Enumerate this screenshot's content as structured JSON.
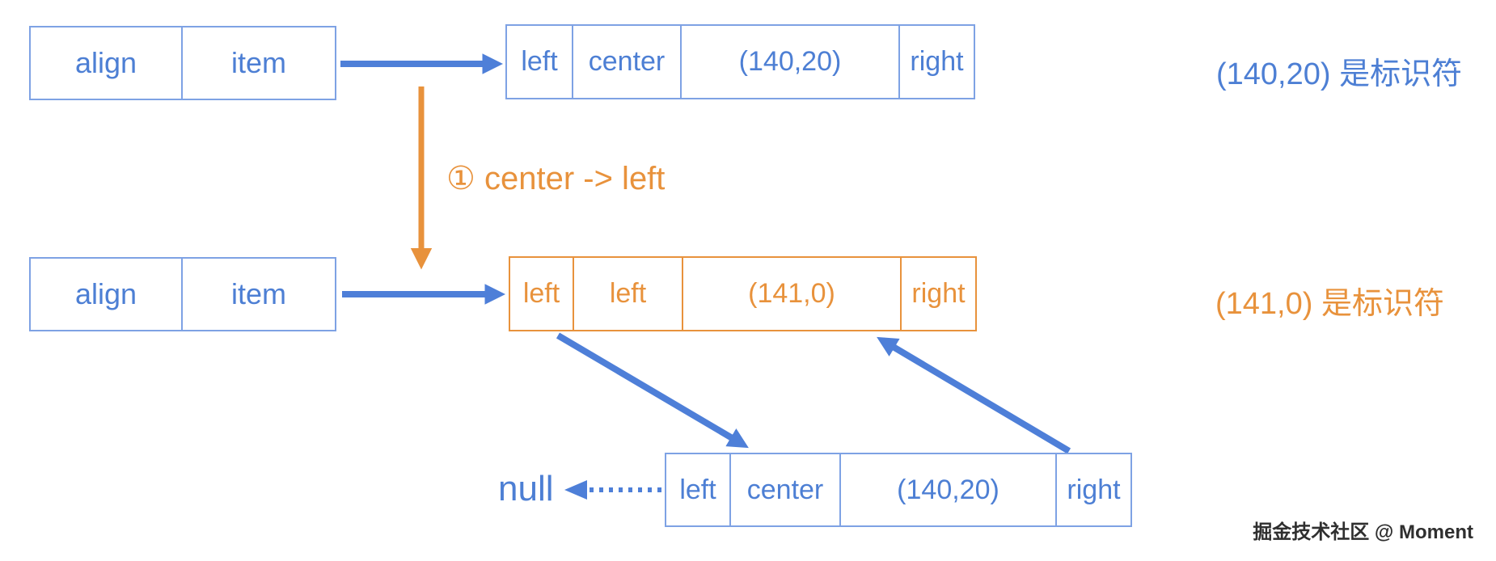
{
  "colors": {
    "blue_border": "#7ea2e4",
    "blue_text": "#4d7fd4",
    "blue_arrow": "#4e7fd8",
    "orange": "#e8923c",
    "watermark_text": "#2f2f2f"
  },
  "nodes": {
    "align_item_top": {
      "cells": [
        "align",
        "item"
      ]
    },
    "record_top": {
      "cells": [
        "left",
        "center",
        "(140,20)",
        "right"
      ]
    },
    "align_item_bottom": {
      "cells": [
        "align",
        "item"
      ]
    },
    "record_new": {
      "cells": [
        "left",
        "left",
        "(141,0)",
        "right"
      ]
    },
    "record_old": {
      "cells": [
        "left",
        "center",
        "(140,20)",
        "right"
      ]
    }
  },
  "annotations": {
    "note_top": "(140,20) 是标识符",
    "note_new": "(141,0) 是标识符",
    "step_label": "① center -> left",
    "null_label": "null",
    "watermark": "掘金技术社区 @ Moment"
  }
}
